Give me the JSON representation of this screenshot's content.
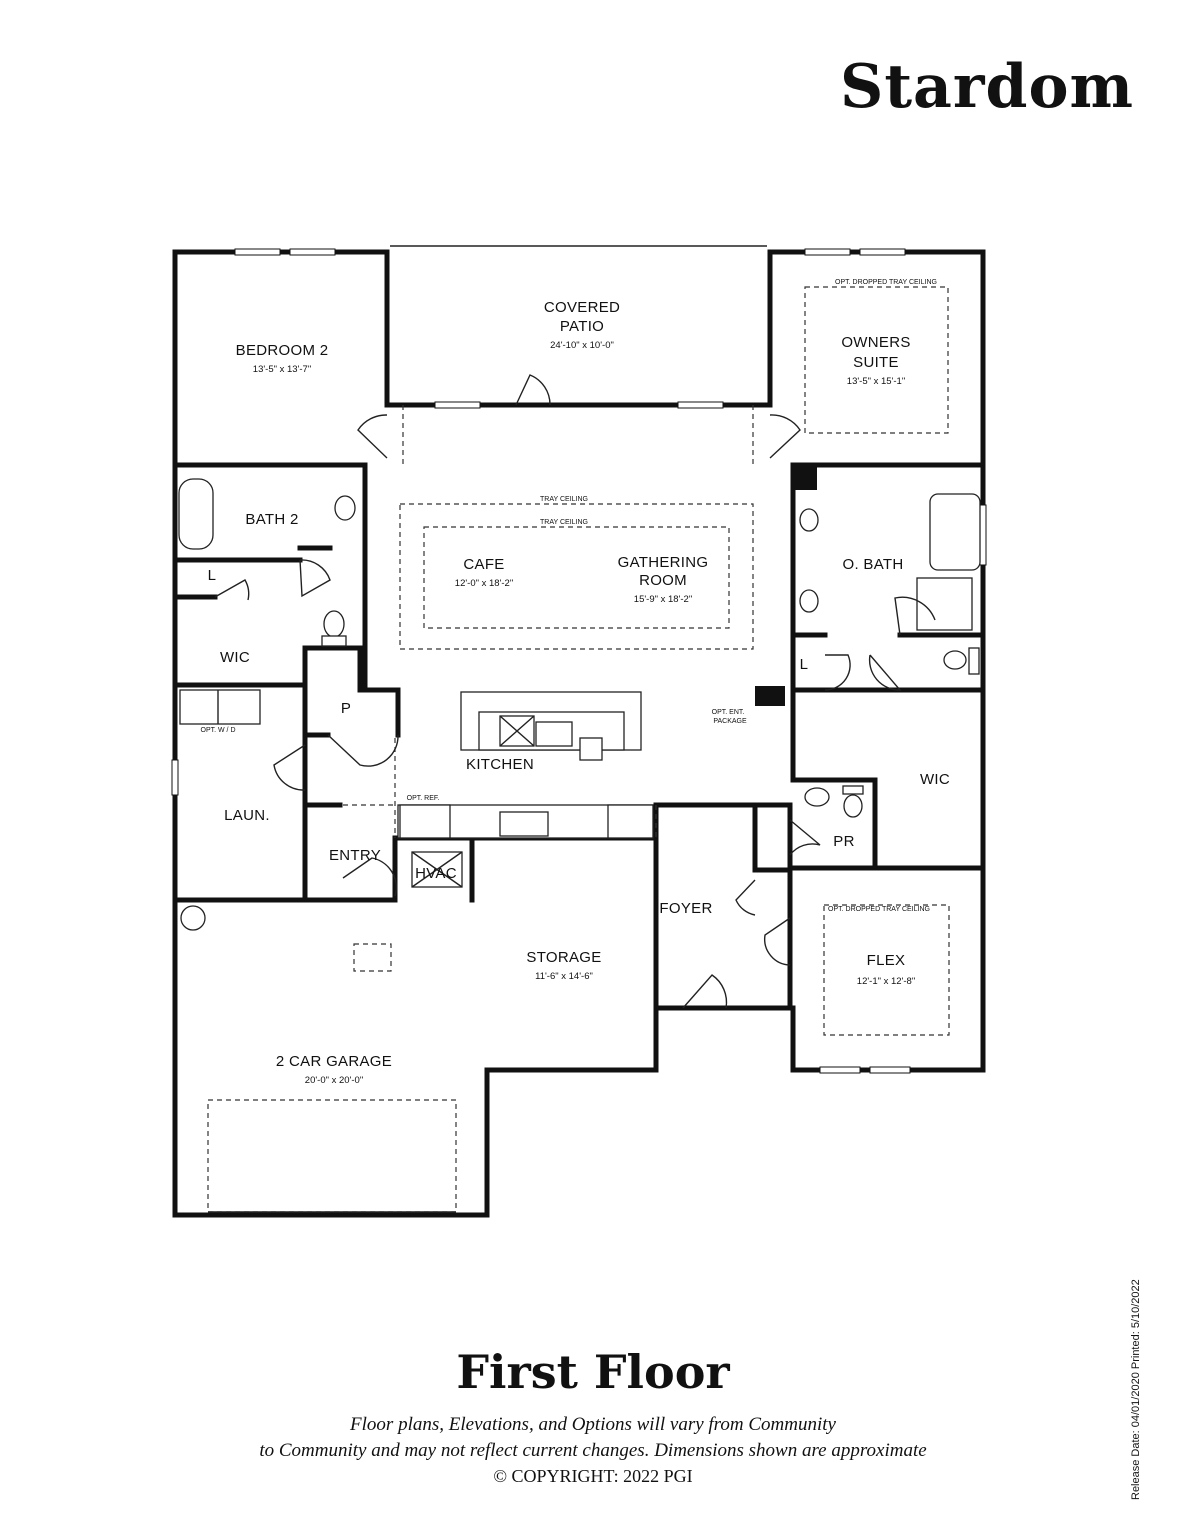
{
  "plan_name": "Stardom",
  "floor_label": "First Floor",
  "disclaimer": {
    "line1": "Floor plans, Elevations, and Options will vary from Community",
    "line2": "to Community and may not reflect current changes. Dimensions shown are approximate",
    "copyright": "© COPYRIGHT: 2022 PGI"
  },
  "release_info": "Release Date: 04/01/2020   Printed: 5/10/2022",
  "rooms": {
    "covered_patio": {
      "name1": "COVERED",
      "name2": "PATIO",
      "dim": "24'-10\" x 10'-0\""
    },
    "bedroom2": {
      "name": "BEDROOM 2",
      "dim": "13'-5\" x 13'-7\""
    },
    "owners_suite": {
      "name1": "OWNERS",
      "name2": "SUITE",
      "dim": "13'-5\" x 15'-1\""
    },
    "bath2": {
      "name": "BATH 2"
    },
    "cafe": {
      "name": "CAFE",
      "dim": "12'-0\" x 18'-2\""
    },
    "gathering_room": {
      "name1": "GATHERING",
      "name2": "ROOM",
      "dim": "15'-9\" x 18'-2\""
    },
    "obath": {
      "name": "O. BATH"
    },
    "linen_left": {
      "name": "L"
    },
    "linen_right": {
      "name": "L"
    },
    "wic_left": {
      "name": "WIC"
    },
    "wic_right": {
      "name": "WIC"
    },
    "pantry": {
      "name": "P"
    },
    "laundry": {
      "name": "LAUN."
    },
    "kitchen": {
      "name": "KITCHEN"
    },
    "entry": {
      "name": "ENTRY"
    },
    "hvac": {
      "name": "HVAC"
    },
    "powder": {
      "name": "PR"
    },
    "foyer": {
      "name": "FOYER"
    },
    "storage": {
      "name": "STORAGE",
      "dim": "11'-6\" x 14'-6\""
    },
    "flex": {
      "name": "FLEX",
      "dim": "12'-1\" x 12'-8\""
    },
    "garage": {
      "name": "2 CAR GARAGE",
      "dim": "20'-0\" x 20'-0\""
    }
  },
  "notes": {
    "owners_ceiling": "OPT. DROPPED TRAY CEILING",
    "flex_ceiling": "OPT. DROPPED TRAY CEILING",
    "tray1": "TRAY CEILING",
    "tray2": "TRAY CEILING",
    "opt_wd": "OPT. W / D",
    "opt_ref": "OPT. REF.",
    "opt_ent1": "OPT. ENT.",
    "opt_ent2": "PACKAGE"
  }
}
